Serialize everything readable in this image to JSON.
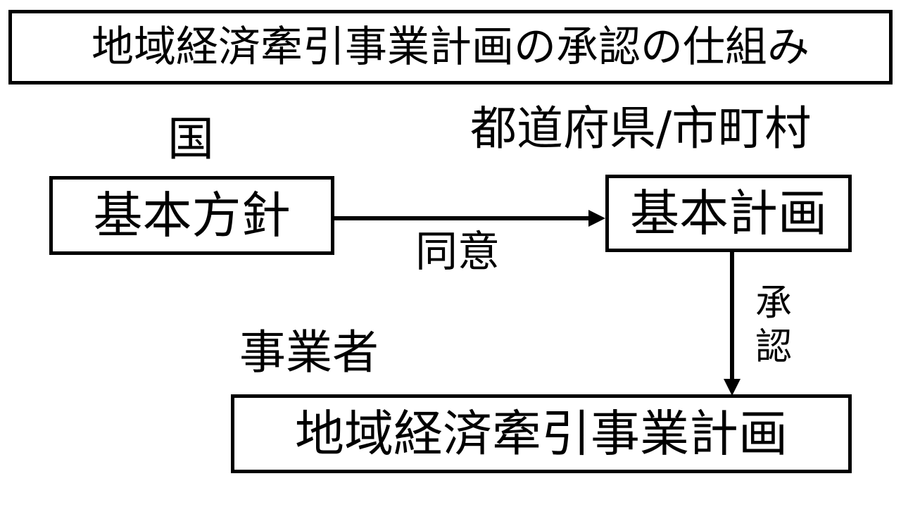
{
  "title": "地域経済牽引事業計画の承認の仕組み",
  "actors": {
    "national": "国",
    "local": "都道府県/市町村",
    "business": "事業者"
  },
  "nodes": {
    "basic_policy": "基本方針",
    "basic_plan": "基本計画",
    "regional_plan": "地域経済牽引事業計画"
  },
  "edges": {
    "consent": "同意",
    "approval": "承認"
  },
  "colors": {
    "line": "#000000",
    "background": "#ffffff"
  }
}
